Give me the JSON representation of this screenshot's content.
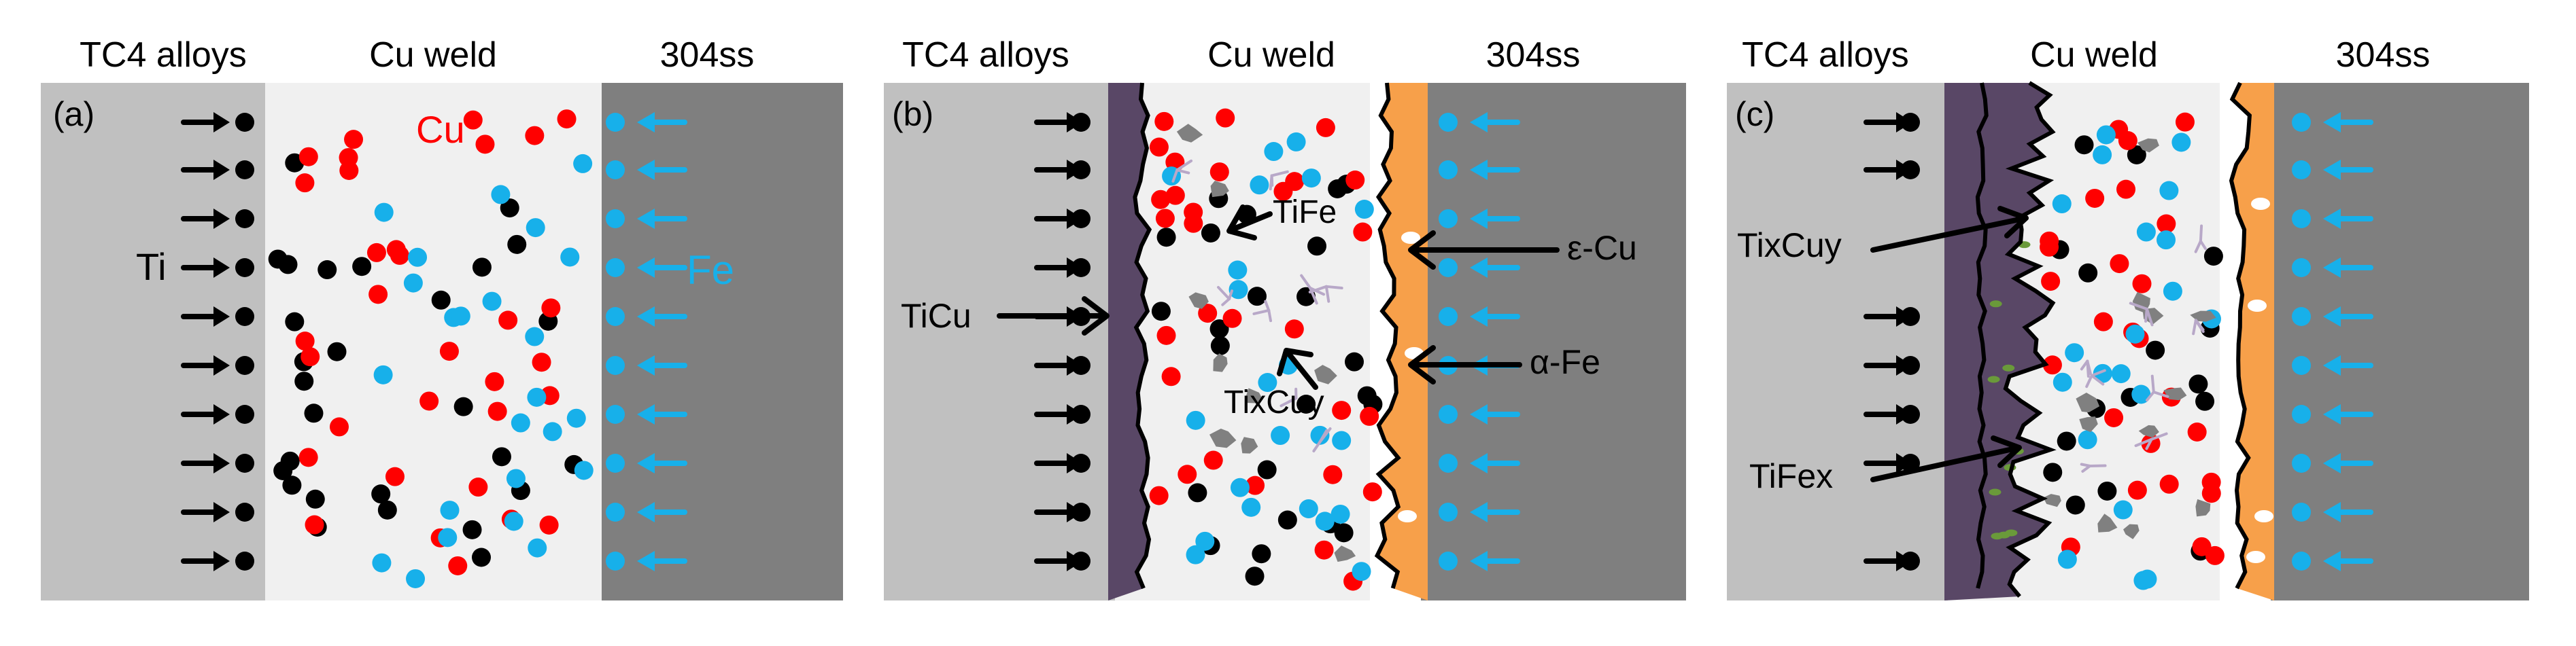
{
  "panels": [
    {
      "letter": "(a)",
      "left_label": "TC4 alloys",
      "middle_label": "Cu weld",
      "right_label": "304ss",
      "callouts": [
        "Ti",
        "Cu",
        "Fe"
      ]
    },
    {
      "letter": "(b)",
      "left_label": "TC4 alloys",
      "middle_label": "Cu weld",
      "right_label": "304ss",
      "callouts": [
        "TiCu",
        "TiFe",
        "TixCuy",
        "ε-Cu",
        "α-Fe"
      ]
    },
    {
      "letter": "(c)",
      "left_label": "TC4 alloys",
      "middle_label": "Cu weld",
      "right_label": "304ss",
      "callouts": [
        "TixCuy",
        "TiFex"
      ]
    }
  ],
  "colors": {
    "tc4": "#c0c0c0",
    "weld": "#f0f0f0",
    "steel": "#7f7f7f",
    "ticu_layer": "#594766",
    "fe_layer": "#f7a04a",
    "ti_atom": "#000000",
    "cu_atom": "#ff0000",
    "fe_atom": "#17b0ea",
    "precipitate": "#808080",
    "needle": "#b8a8c8",
    "green_phase": "#6a9a3a",
    "cu_label": "#ff0000",
    "fe_label": "#17b0ea"
  }
}
